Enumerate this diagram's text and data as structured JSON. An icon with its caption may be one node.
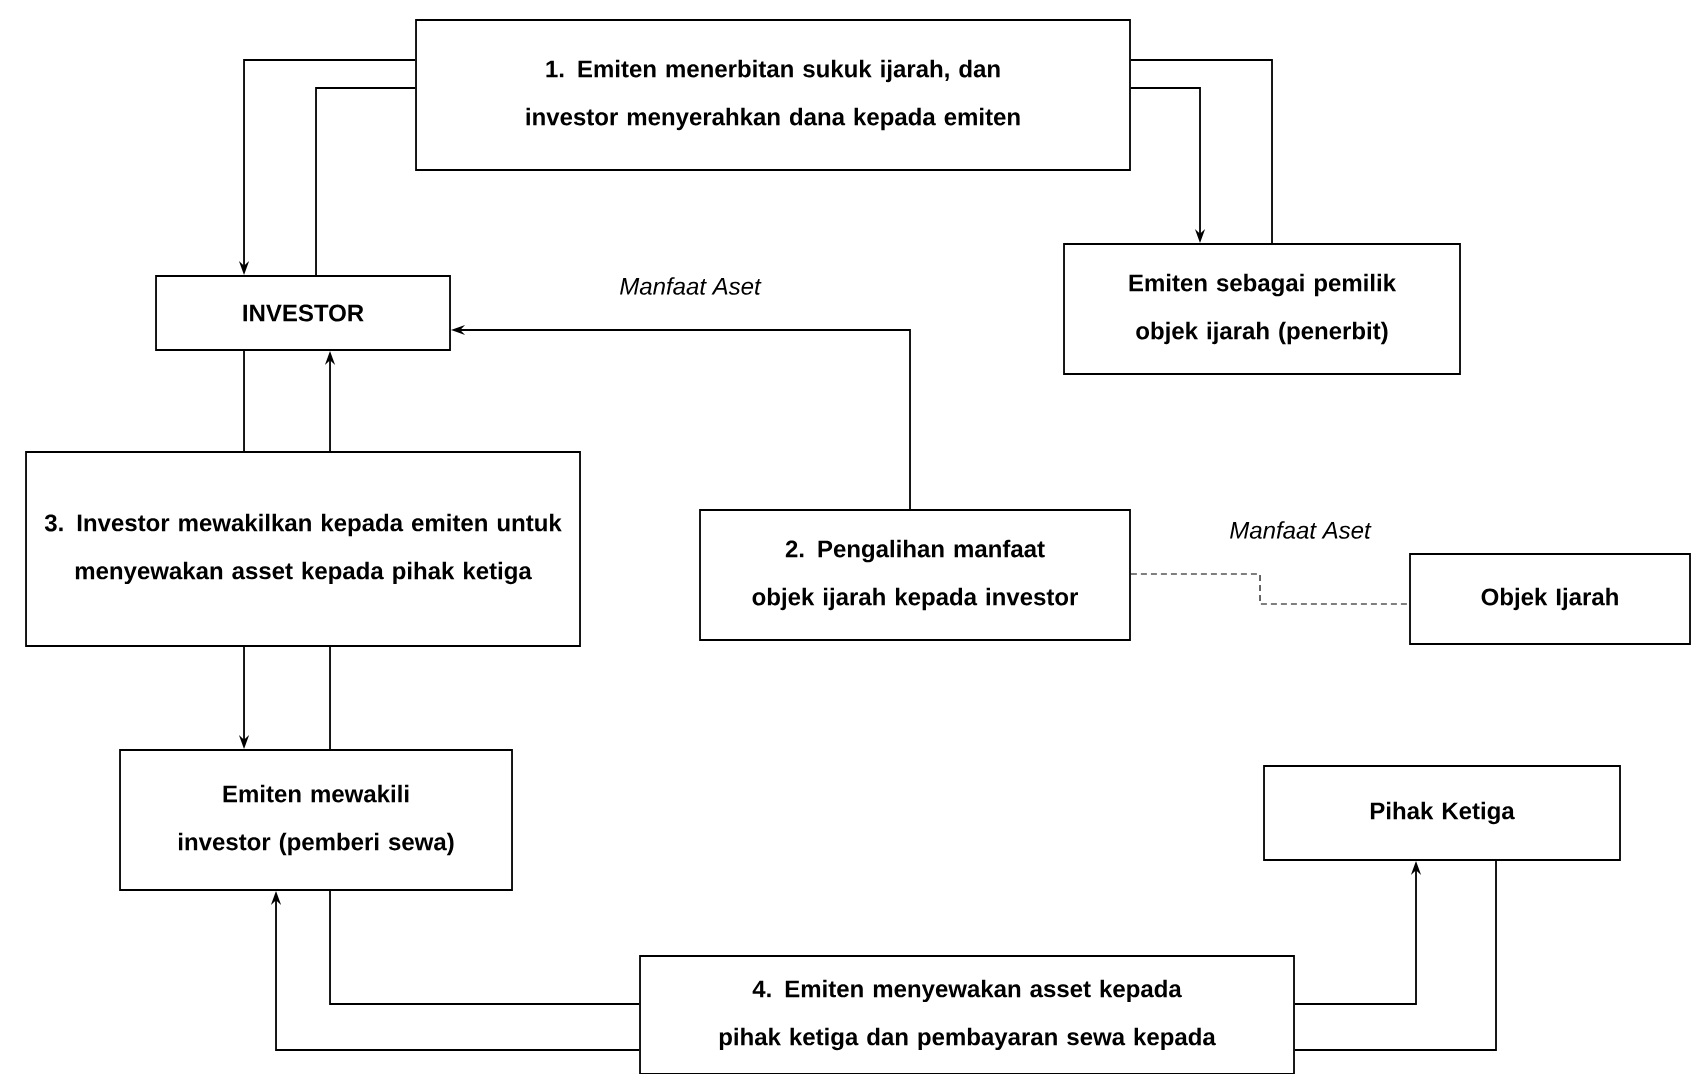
{
  "diagram": {
    "nodes": [
      {
        "text": [
          "1.  Emiten menerbitan sukuk ijarah, dan investor menyerahkan dana kepada emiten"
        ]
      },
      {
        "text": [
          "INVESTOR"
        ]
      },
      {
        "text": [
          "Emiten sebagai pemilik objek ijarah (penerbit)"
        ]
      },
      {
        "text": [
          "3. Investor mewakilkan kepada emiten untuk menyewakan asset kepada pihak ketiga"
        ]
      },
      {
        "text": [
          "2. Pengalihan manfaat objek ijarah kepada investor"
        ]
      },
      {
        "text": [
          "Objek Ijarah"
        ]
      },
      {
        "text": [
          "Emiten mewakili investor (pemberi sewa)"
        ]
      },
      {
        "text": [
          "Pihak Ketiga"
        ]
      },
      {
        "text": [
          "4. Emiten menyewakan asset kepada pihak ketiga dan pembayaran sewa kepada"
        ]
      }
    ],
    "edges": [
      {
        "from": 0,
        "to": 1,
        "arrow": "to"
      },
      {
        "from": 1,
        "to": 0,
        "arrow": "none"
      },
      {
        "from": 0,
        "to": 2,
        "arrow": "to"
      },
      {
        "from": 2,
        "to": 0,
        "arrow": "none"
      },
      {
        "from": 4,
        "to": 1,
        "arrow": "to",
        "label": "Manfaat Aset"
      },
      {
        "from": 4,
        "to": 5,
        "arrow": "none",
        "style": "dashed",
        "label": "Manfaat Aset"
      },
      {
        "from": 1,
        "to": 3,
        "arrow": "none"
      },
      {
        "from": 3,
        "to": 1,
        "arrow": "to"
      },
      {
        "from": 3,
        "to": 6,
        "arrow": "to"
      },
      {
        "from": 6,
        "to": 3,
        "arrow": "none"
      },
      {
        "from": 6,
        "to": 8,
        "arrow": "none"
      },
      {
        "from": 8,
        "to": 6,
        "arrow": "to"
      },
      {
        "from": 8,
        "to": 7,
        "arrow": "to"
      },
      {
        "from": 7,
        "to": 8,
        "arrow": "none"
      }
    ]
  }
}
